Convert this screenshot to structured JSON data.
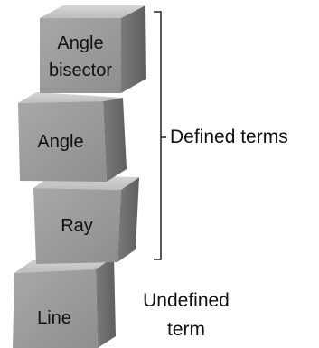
{
  "blocks": {
    "angle_bisector": {
      "line1": "Angle",
      "line2": "bisector"
    },
    "angle": "Angle",
    "ray": "Ray",
    "line": "Line"
  },
  "labels": {
    "defined_terms": "Defined terms",
    "undefined_term_line1": "Undefined",
    "undefined_term_line2": "term"
  },
  "colors": {
    "front": "#9a9a9a",
    "side": "#6e6e6e",
    "top": "#c8c8c8",
    "bracket": "#222222",
    "text": "#111111"
  }
}
